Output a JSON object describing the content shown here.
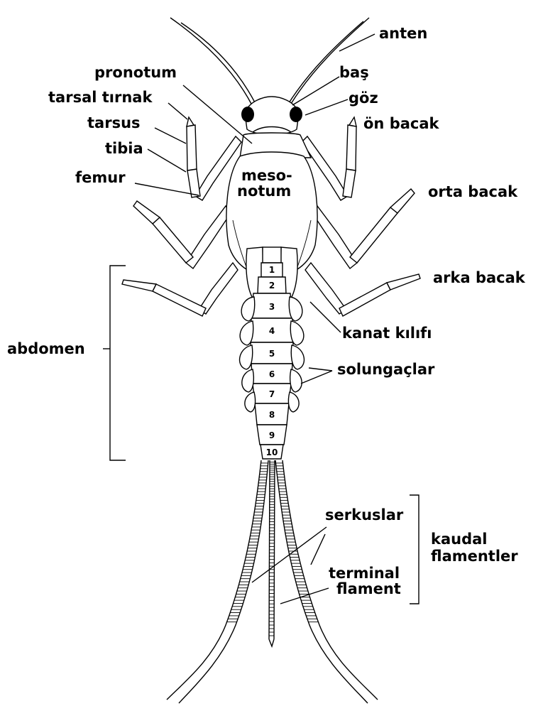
{
  "diagram": {
    "labels": {
      "anten": "anten",
      "bas": "baş",
      "goz": "göz",
      "on_bacak": "ön bacak",
      "orta_bacak": "orta bacak",
      "arka_bacak": "arka bacak",
      "pronotum": "pronotum",
      "tarsal_tirnak": "tarsal tırnak",
      "tarsus": "tarsus",
      "tibia": "tibia",
      "femur": "femur",
      "mesonotum_line1": "meso-",
      "mesonotum_line2": "notum",
      "abdomen": "abdomen",
      "kanat_kilifi": "kanat kılıfı",
      "solungaclar": "solungaçlar",
      "serkuslar": "serkuslar",
      "terminal_line1": "terminal",
      "terminal_line2": "flament",
      "kaudal_line1": "kaudal",
      "kaudal_line2": "flamentler"
    },
    "segments": [
      "1",
      "2",
      "3",
      "4",
      "5",
      "6",
      "7",
      "8",
      "9",
      "10"
    ]
  }
}
